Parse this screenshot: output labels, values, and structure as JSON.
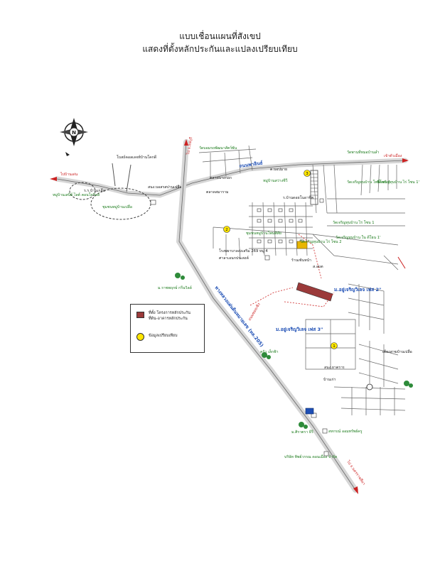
{
  "title": {
    "line1": "แบบเชื่อนแผนที่สังเขป",
    "line2": "แสดงที่ตั้งหลักประกันและแปลงเปรียบเทียบ"
  },
  "compass": {
    "label": "N"
  },
  "roads": {
    "left_arrow": "ไปบ้านเด่น",
    "top_arrow_left": "ไป จ.ลพบุรี",
    "top_arrow_right": "เข้าตัวเมือง",
    "main_road": "ถนนพาลินธ์",
    "highway": "ทางหลวงแผ่นดินหมายเลข (ทล.205)",
    "bottom_arrow": "ไป จ.นครราชสีมา",
    "soi_road": "ถนนซอยเชิง"
  },
  "places": {
    "left_village": "หมู่บ้านเสนีย์ ไลต์ คอนโดวิลล์",
    "school": "ร.ร.บ้านเกลือ",
    "community_left": "ชุมชนหมู่บ้านเปลือ",
    "church": "โบสถ์คอลเลจท์บ้านโคกดี",
    "sanam": "สนง.บอสรสปานเปลือ",
    "market": "ตลาดบางกอก",
    "village_top": "วัดบอมรถพัฒนาสัตว์พัน",
    "hospital": "ตลาดสมาราม",
    "temple_top": "หมู่บ้านสว่างชีวี",
    "dental": "ต.บอปมาย",
    "ban_dok": "ร.บ้านดอยโนอาชีพ",
    "village_1": "วัดเจริญทุนบ้าน ไร่ โซน 1",
    "village_4": "วัดเจริญทุนบ้าน โพธิ์โซน 4",
    "village_5": "วัดเจริญทุนบ้าน ไร่ โซน 1'",
    "village_6": "วัดพานทีหมอบ้านลำ",
    "village_2": "ชุมชนหมู่บ้านโพนพิสัย",
    "village_3": "วัดเจริญทุนบ้าน ไร่ โซน 2",
    "village_7": "วัดเจริญทุนบ้าน ใน ดีโยน 1'",
    "waterpark": "ม.ราชพฤกษ์ กรีนวิลล์",
    "health": "โรงพยาบาลส่งเสริม 269 หมู่ 4",
    "health2": "ศาลาเอนกประสงค์",
    "apartment": "ร้านเซ้นหน้า",
    "sao": "ส.อบต",
    "estate_2": "ม.อยู่เจริญวิเลจ เฟส 2\"",
    "estate_3": "ม.อยู่เจริญวิเลจ เฟส 3\"",
    "settlement": "เดียงสาฆบ้านเปลือ",
    "school_bottom": "สนง.ยาตราร",
    "ban_kae": "บ้านเก่า",
    "sriya": "ม.ศิราตรา ธีรี",
    "sahakorn": "สหกรณ์ ออมทรัพย์ครู",
    "company": "บริษัท ทิพย์วรรณ ดอนเมือง จำกัด",
    "krua_lekfa": "ครัว เล็กฟ้า"
  },
  "markers": {
    "m1": "1",
    "m2": "2",
    "m3": "3"
  },
  "legend": {
    "item1": "ที่ตั้ง โครงการหลักประกัน ที่ดิน-อาคารหลักประกัน",
    "item2": "ข้อมูลเปรียบเทียบ"
  },
  "colors": {
    "road_gray": "#d6d6d6",
    "road_line": "#555555",
    "highway_blue": "#1e4fb5",
    "subject_red": "#9b3a3a",
    "marker_yellow": "#ffe600",
    "tree_green": "#2e8b3a",
    "label_green": "#1a7a1a",
    "label_red": "#cc2222"
  }
}
